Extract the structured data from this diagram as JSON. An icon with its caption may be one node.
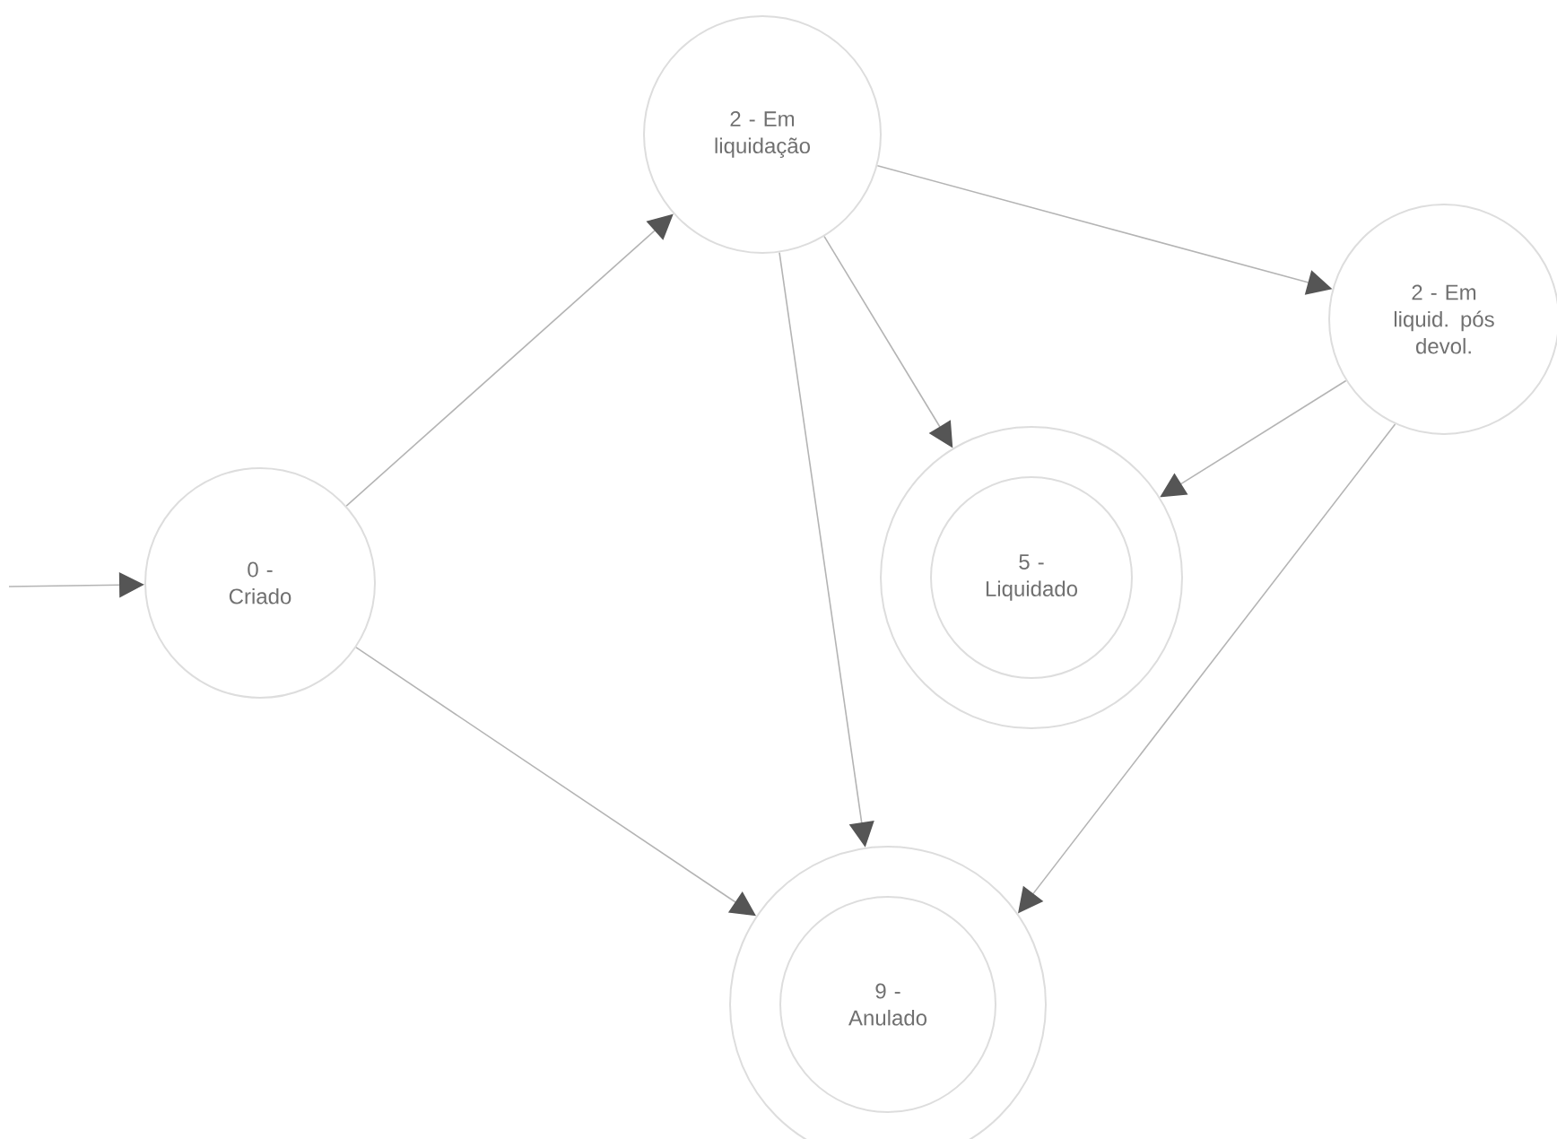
{
  "diagram": {
    "nodes": [
      {
        "text": [
          "0 - Criado"
        ]
      },
      {
        "text": [
          "2 - Em liquidação"
        ]
      },
      {
        "text": [
          "2 - Em liquid. pós devol."
        ]
      },
      {
        "text": [
          "5 - Liquidado"
        ]
      },
      {
        "text": [
          "9 - Anulado"
        ]
      }
    ],
    "edges": [
      {
        "from": null,
        "to": 0,
        "arrow": "to"
      },
      {
        "from": 0,
        "to": 1,
        "arrow": "to"
      },
      {
        "from": 0,
        "to": 4,
        "arrow": "to"
      },
      {
        "from": 1,
        "to": 2,
        "arrow": "to"
      },
      {
        "from": 1,
        "to": 3,
        "arrow": "to"
      },
      {
        "from": 1,
        "to": 4,
        "arrow": "to"
      },
      {
        "from": 2,
        "to": 3,
        "arrow": "to"
      },
      {
        "from": 2,
        "to": 4,
        "arrow": "to"
      }
    ]
  }
}
